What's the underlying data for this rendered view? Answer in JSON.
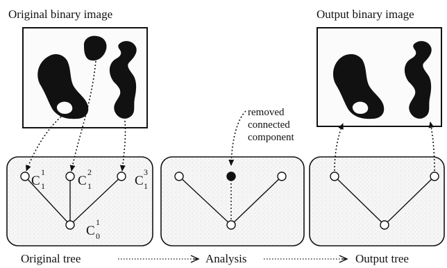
{
  "labels": {
    "original_image": "Original binary image",
    "output_image": "Output binary image",
    "original_tree": "Original tree",
    "analysis": "Analysis",
    "output_tree": "Output tree"
  },
  "annotation": {
    "line1": "removed",
    "line2": "connected",
    "line3": "component"
  },
  "nodes": {
    "c11": {
      "symbol": "C",
      "sup": "1",
      "sub": "1"
    },
    "c12": {
      "symbol": "C",
      "sup": "2",
      "sub": "1"
    },
    "c13": {
      "symbol": "C",
      "sup": "3",
      "sub": "1"
    },
    "c01": {
      "symbol": "C",
      "sup": "1",
      "sub": "0"
    }
  },
  "colors": {
    "ink": "#111111",
    "panel_fill": "#f4f4f4",
    "background": "#ffffff"
  }
}
